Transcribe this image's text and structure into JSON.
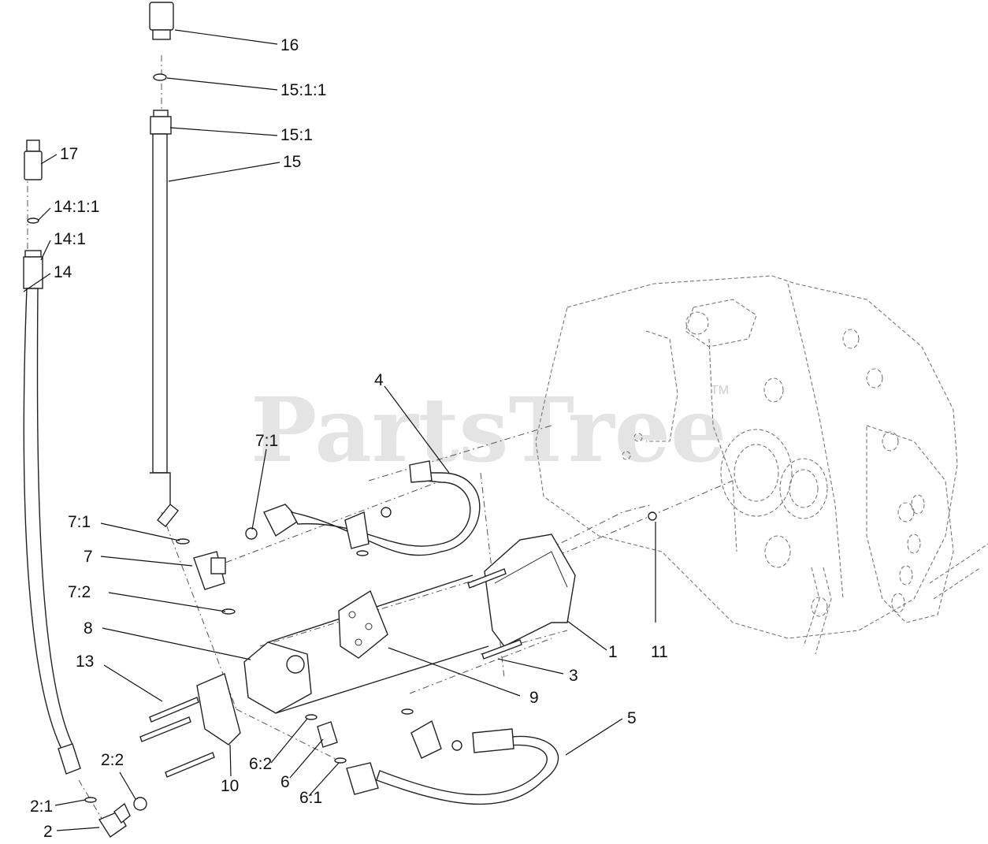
{
  "watermark": {
    "brand": "PartsTree",
    "trademark": "TM"
  },
  "callouts": {
    "c1": "1",
    "c2": "2",
    "c2_1": "2:1",
    "c2_2": "2:2",
    "c3": "3",
    "c4": "4",
    "c5": "5",
    "c6": "6",
    "c6_1": "6:1",
    "c6_2": "6:2",
    "c7": "7",
    "c7_1a": "7:1",
    "c7_1b": "7:1",
    "c7_2": "7:2",
    "c8": "8",
    "c9": "9",
    "c10": "10",
    "c11": "11",
    "c13": "13",
    "c14": "14",
    "c14_1": "14:1",
    "c14_1_1": "14:1:1",
    "c15": "15",
    "c15_1": "15:1",
    "c15_1_1": "15:1:1",
    "c16": "16",
    "c17": "17"
  },
  "icons": [
    "hydraulic-hose",
    "fitting",
    "o-ring",
    "bolt",
    "valve-block",
    "frame-housing"
  ]
}
